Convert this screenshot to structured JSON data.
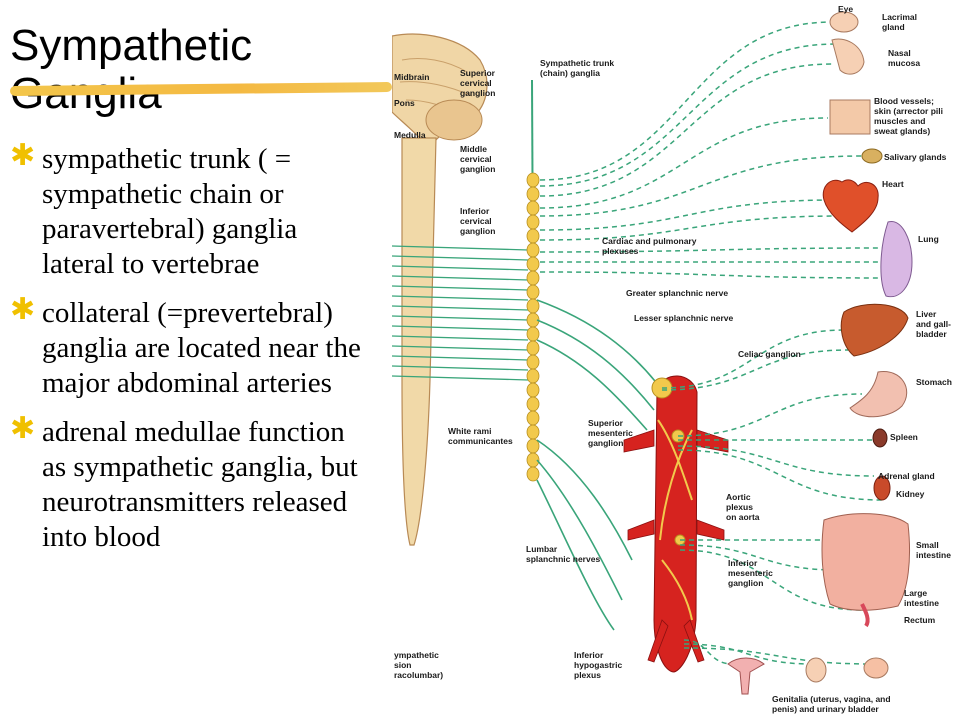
{
  "title": {
    "line1": "Sympathetic",
    "line2": "Ganglia"
  },
  "bullets": [
    "sympathetic trunk ( = sympathetic chain or paravertebral) ganglia lateral to vertebrae",
    "collateral (=prevertebral) ganglia are located near the major abdominal arteries",
    "adrenal medullae function as sympathetic ganglia, but neurotransmitters released into blood"
  ],
  "labels": {
    "midbrain": "Midbrain",
    "pons": "Pons",
    "medulla": "Medulla",
    "superior_cervical": [
      "Superior",
      "cervical",
      "ganglion"
    ],
    "middle_cervical": [
      "Middle",
      "cervical",
      "ganglion"
    ],
    "inferior_cervical": [
      "Inferior",
      "cervical",
      "ganglion"
    ],
    "sympathetic_trunk": [
      "Sympathetic trunk",
      "(chain) ganglia"
    ],
    "cardiac_pulmonary": [
      "Cardiac and pulmonary",
      "plexuses"
    ],
    "greater_splanchnic": "Greater splanchnic nerve",
    "lesser_splanchnic": "Lesser splanchnic nerve",
    "celiac": "Celiac ganglion",
    "superior_mesenteric": [
      "Superior",
      "mesenteric",
      "ganglion"
    ],
    "white_rami": [
      "White rami",
      "communicantes"
    ],
    "aortic_plexus": [
      "Aortic",
      "plexus",
      "on aorta"
    ],
    "inferior_mesenteric": [
      "Inferior",
      "mesenteric",
      "ganglion"
    ],
    "lumbar_splanchnic": [
      "Lumbar",
      "splanchnic nerves"
    ],
    "inferior_hypogastric": [
      "Inferior",
      "hypogastric",
      "plexus"
    ],
    "division_caption": [
      "ympathetic",
      "sion",
      "racolumbar)"
    ]
  },
  "organs": {
    "eye": "Eye",
    "lacrimal": [
      "Lacrimal",
      "gland"
    ],
    "nasal": [
      "Nasal",
      "mucosa"
    ],
    "blood_vessels": [
      "Blood vessels;",
      "skin (arrector pili",
      "muscles and",
      "sweat glands)"
    ],
    "salivary": "Salivary glands",
    "heart": "Heart",
    "lung": "Lung",
    "liver": [
      "Liver",
      "and gall-",
      "bladder"
    ],
    "stomach": "Stomach",
    "spleen": "Spleen",
    "adrenal": "Adrenal gland",
    "kidney": "Kidney",
    "small_intestine": [
      "Small",
      "intestine"
    ],
    "large_intestine": [
      "Large",
      "intestine"
    ],
    "rectum": "Rectum",
    "genitalia": [
      "Genitalia (uterus, vagina, and",
      "penis) and urinary bladder"
    ]
  },
  "colors": {
    "nerve": "#3aa57a",
    "ganglion": "#f2c94c",
    "aorta": "#d6231f",
    "cord": "#f1d9a8",
    "bullet": "#f0c000"
  }
}
